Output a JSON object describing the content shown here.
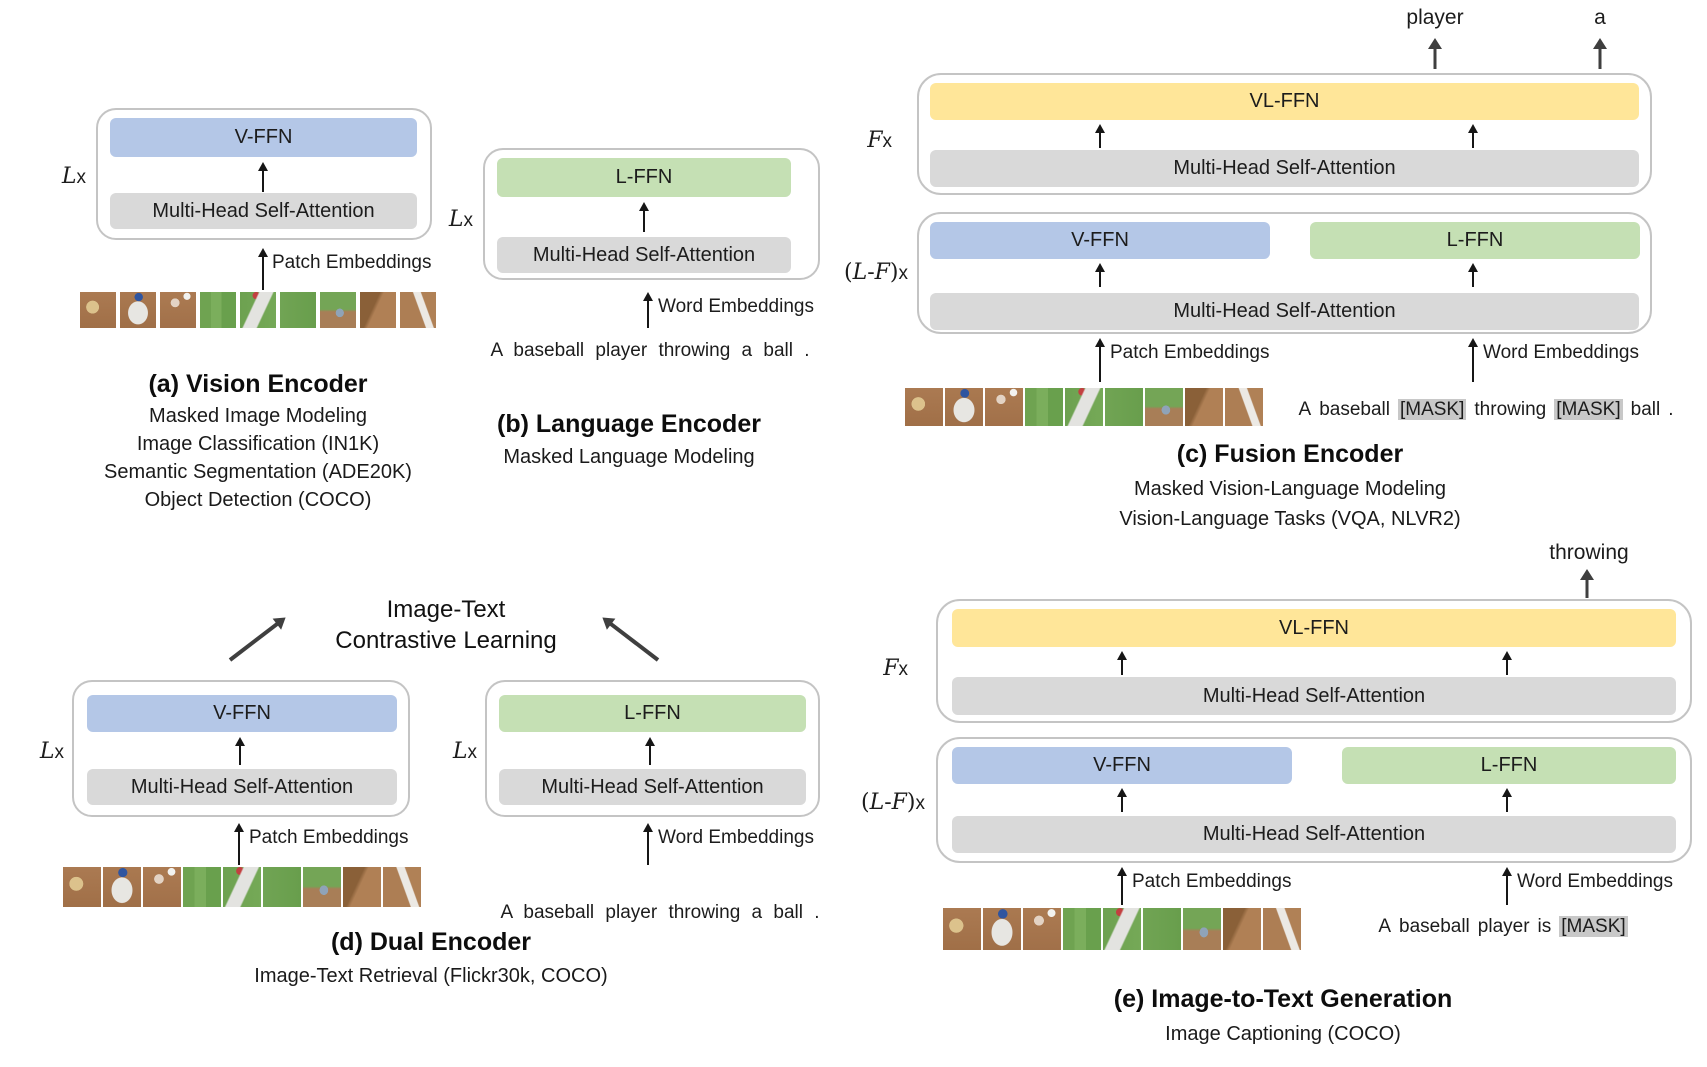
{
  "colors": {
    "v_ffn": "#b4c7e7",
    "l_ffn": "#c5e0b4",
    "vl_ffn": "#ffe699",
    "attention": "#d9d9d9",
    "mask_token_bg": "#c8c8c8",
    "tower_border": "#c4c4c4",
    "arrow": "#3f3f3f"
  },
  "shared": {
    "v_ffn": "V-FFN",
    "l_ffn": "L-FFN",
    "vl_ffn": "VL-FFN",
    "mhsa": "Multi-Head Self-Attention",
    "patch_embeddings": "Patch Embeddings",
    "word_embeddings": "Word Embeddings"
  },
  "multipliers": {
    "L": "L",
    "F": "F",
    "x": "x",
    "open": "(",
    "dash": "-",
    "close": ")"
  },
  "image_strip": {
    "count": 9,
    "alt": "baseball pitcher photo split into nine square patches"
  },
  "panel_a": {
    "caption": "(a) Vision Encoder",
    "tasks": [
      "Masked Image Modeling",
      "Image Classification (IN1K)",
      "Semantic Segmentation (ADE20K)",
      "Object Detection (COCO)"
    ]
  },
  "panel_b": {
    "caption": "(b) Language Encoder",
    "tasks": [
      "Masked Language Modeling"
    ],
    "input_sentence": "A baseball player throwing a ball ."
  },
  "panel_c": {
    "caption": "(c) Fusion Encoder",
    "tasks": [
      "Masked Vision-Language Modeling",
      "Vision-Language Tasks (VQA, NLVR2)"
    ],
    "output_words": [
      "player",
      "a"
    ],
    "input_tokens": [
      {
        "t": "A"
      },
      {
        "t": "baseball"
      },
      {
        "t": "[MASK]",
        "mask": true
      },
      {
        "t": "throwing"
      },
      {
        "t": "[MASK]",
        "mask": true
      },
      {
        "t": "ball"
      },
      {
        "t": "."
      }
    ]
  },
  "panel_d": {
    "caption": "(d) Dual Encoder",
    "tasks": [
      "Image-Text Retrieval (Flickr30k, COCO)"
    ],
    "objective_lines": [
      "Image-Text",
      "Contrastive Learning"
    ],
    "input_sentence": "A baseball player throwing a ball ."
  },
  "panel_e": {
    "caption": "(e) Image-to-Text Generation",
    "tasks": [
      "Image Captioning (COCO)"
    ],
    "output_words": [
      "throwing"
    ],
    "input_tokens": [
      {
        "t": "A"
      },
      {
        "t": "baseball"
      },
      {
        "t": "player"
      },
      {
        "t": "is"
      },
      {
        "t": "[MASK]",
        "mask": true
      }
    ]
  }
}
